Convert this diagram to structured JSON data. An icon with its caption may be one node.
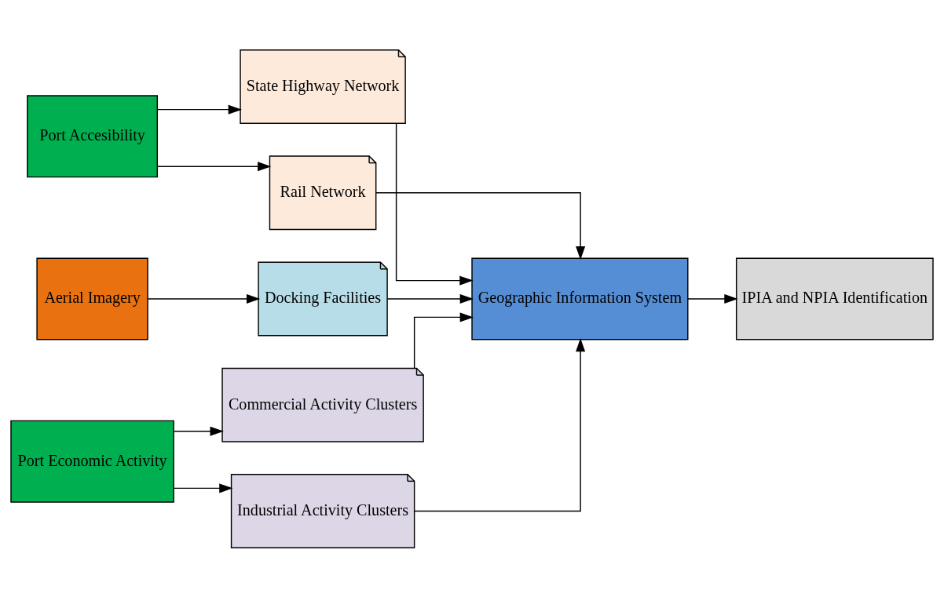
{
  "diagram": {
    "nodes": [
      {
        "text": [
          "Port Accesibility"
        ]
      },
      {
        "text": [
          "State Highway Network"
        ]
      },
      {
        "text": [
          "Rail Network"
        ]
      },
      {
        "text": [
          "Aerial Imagery"
        ]
      },
      {
        "text": [
          "Docking Facilities"
        ]
      },
      {
        "text": [
          "Geographic Information System"
        ]
      },
      {
        "text": [
          "IPIA and NPIA Identification"
        ]
      },
      {
        "text": [
          "Port Economic Activity"
        ]
      },
      {
        "text": [
          "Commercial Activity Clusters"
        ]
      },
      {
        "text": [
          "Industrial Activity Clusters"
        ]
      }
    ],
    "edges": [
      {
        "from": 0,
        "to": 1,
        "arrow": "to"
      },
      {
        "from": 0,
        "to": 2,
        "arrow": "to"
      },
      {
        "from": 1,
        "to": 5,
        "arrow": "to"
      },
      {
        "from": 2,
        "to": 5,
        "arrow": "to"
      },
      {
        "from": 3,
        "to": 4,
        "arrow": "to"
      },
      {
        "from": 4,
        "to": 5,
        "arrow": "to"
      },
      {
        "from": 5,
        "to": 6,
        "arrow": "to"
      },
      {
        "from": 7,
        "to": 8,
        "arrow": "to"
      },
      {
        "from": 7,
        "to": 9,
        "arrow": "to"
      },
      {
        "from": 8,
        "to": 5,
        "arrow": "to"
      },
      {
        "from": 9,
        "to": 5,
        "arrow": "to"
      }
    ]
  }
}
